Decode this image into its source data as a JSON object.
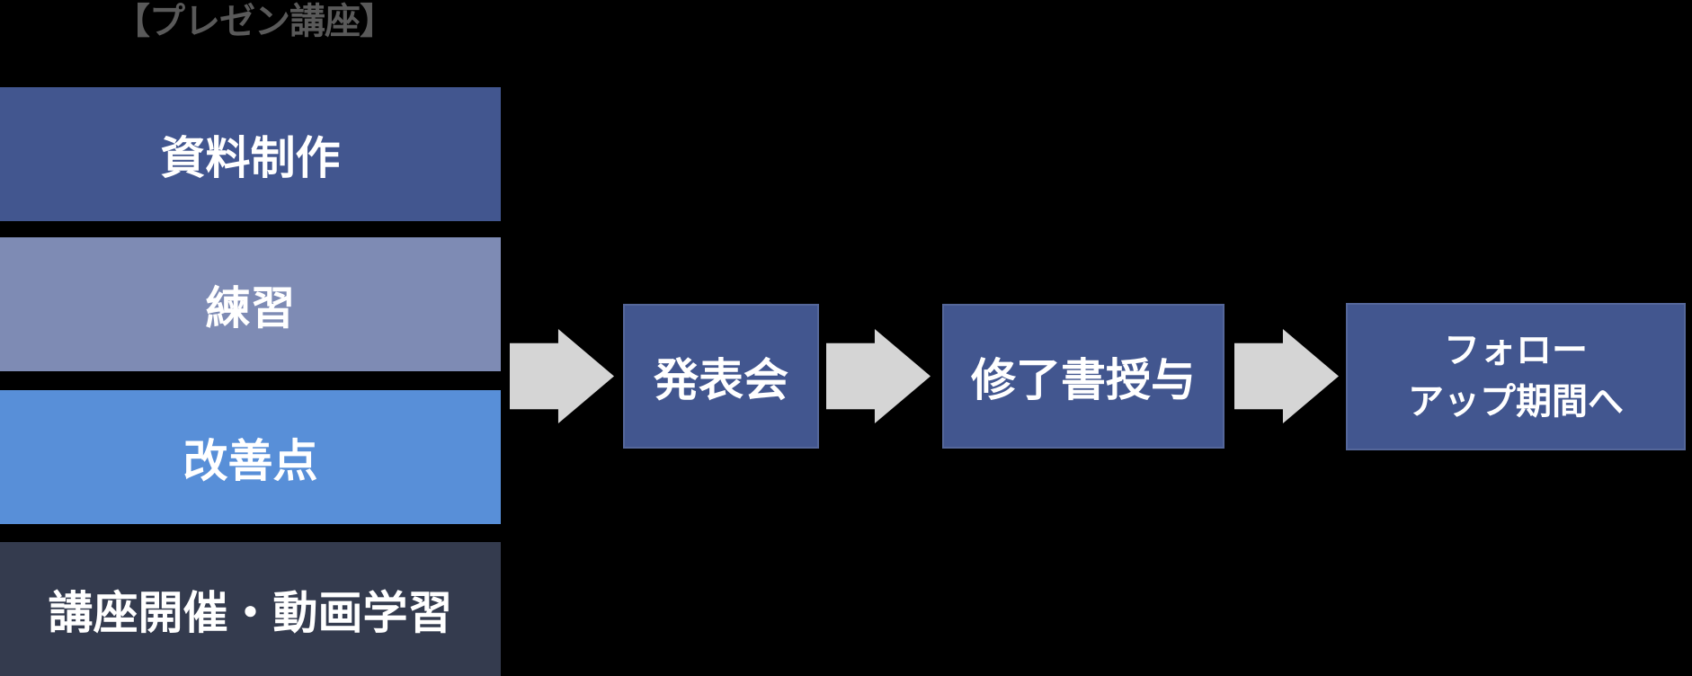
{
  "page": {
    "background_color": "#000000",
    "label_text_color": "#FFFFFF"
  },
  "title": {
    "text": "【プレゼン講座】",
    "color": "#595959"
  },
  "course": {
    "steps": [
      {
        "label": "資料制作",
        "color": "#42568F"
      },
      {
        "label": "練習",
        "color": "#7E8BB4"
      },
      {
        "label": "改善点",
        "color": "#588FD8"
      },
      {
        "label": "講座開催・動画学習",
        "color": "#343B4E"
      }
    ]
  },
  "flow": {
    "arrow_color": "#D5D5D5",
    "box_color": "#42568F",
    "steps": [
      {
        "label": "発表会"
      },
      {
        "label": "修了書授与"
      },
      {
        "label_line1": "フォロー",
        "label_line2": "アップ期間へ"
      }
    ]
  }
}
